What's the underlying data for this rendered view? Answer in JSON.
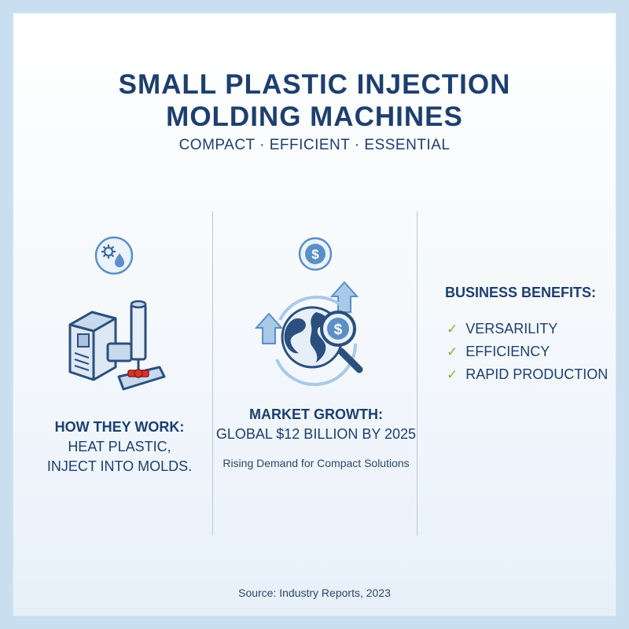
{
  "header": {
    "title_line1": "SMALL PLASTIC INJECTION",
    "title_line2": "MOLDING MACHINES",
    "tagline": "COMPACT · EFFICIENT · ESSENTIAL"
  },
  "how_it_works": {
    "label": "HOW THEY WORK:",
    "line2": "HEAT PLASTIC,",
    "line3": "INJECT INTO MOLDS."
  },
  "market": {
    "label": "MARKET GROWTH:",
    "value": "GLOBAL $12 BILLION BY 2025",
    "note": "Rising Demand for Compact Solutions"
  },
  "benefits": {
    "title": "BUSINESS BENEFITS:",
    "items": [
      "VERSARILITY",
      "EFFICIENCY",
      "RAPID PRODUCTION"
    ]
  },
  "footer": {
    "source": "Source: Industry Reports, 2023"
  },
  "icons": [
    "gear-droplet-icon",
    "injection-machine-icon",
    "dollar-icon",
    "globe-growth-icon",
    "magnifier-dollar-icon",
    "check-icon"
  ],
  "colors": {
    "navy": "#1d3f6e",
    "accent_blue": "#5b8fc7",
    "check_green": "#7cb342",
    "mold_red": "#d9342b"
  }
}
